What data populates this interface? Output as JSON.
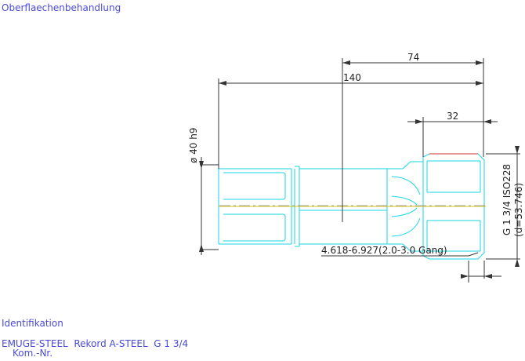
{
  "header": {
    "surface_label": "Oberflaechenbehandlung"
  },
  "dimensions": {
    "d74": "74",
    "d140": "140",
    "d32": "32",
    "dia": "ø 40 h9",
    "thread": "G 1 3/4 ISO228",
    "thread_sub": "(d=53.746)",
    "range": "4.618-6.927(2.0-3.0 Gang)"
  },
  "footer": {
    "ident_label": "Identifikation",
    "product": "EMUGE-STEEL  Rekord A-STEEL  G 1 3/4",
    "kom_label": "Kom.-Nr."
  },
  "colors": {
    "outline": "#19d7e6",
    "dimension": "#333333",
    "centerline": "#d4c21a",
    "heading": "#4a4ad8",
    "thread_top": "#cc3333"
  }
}
